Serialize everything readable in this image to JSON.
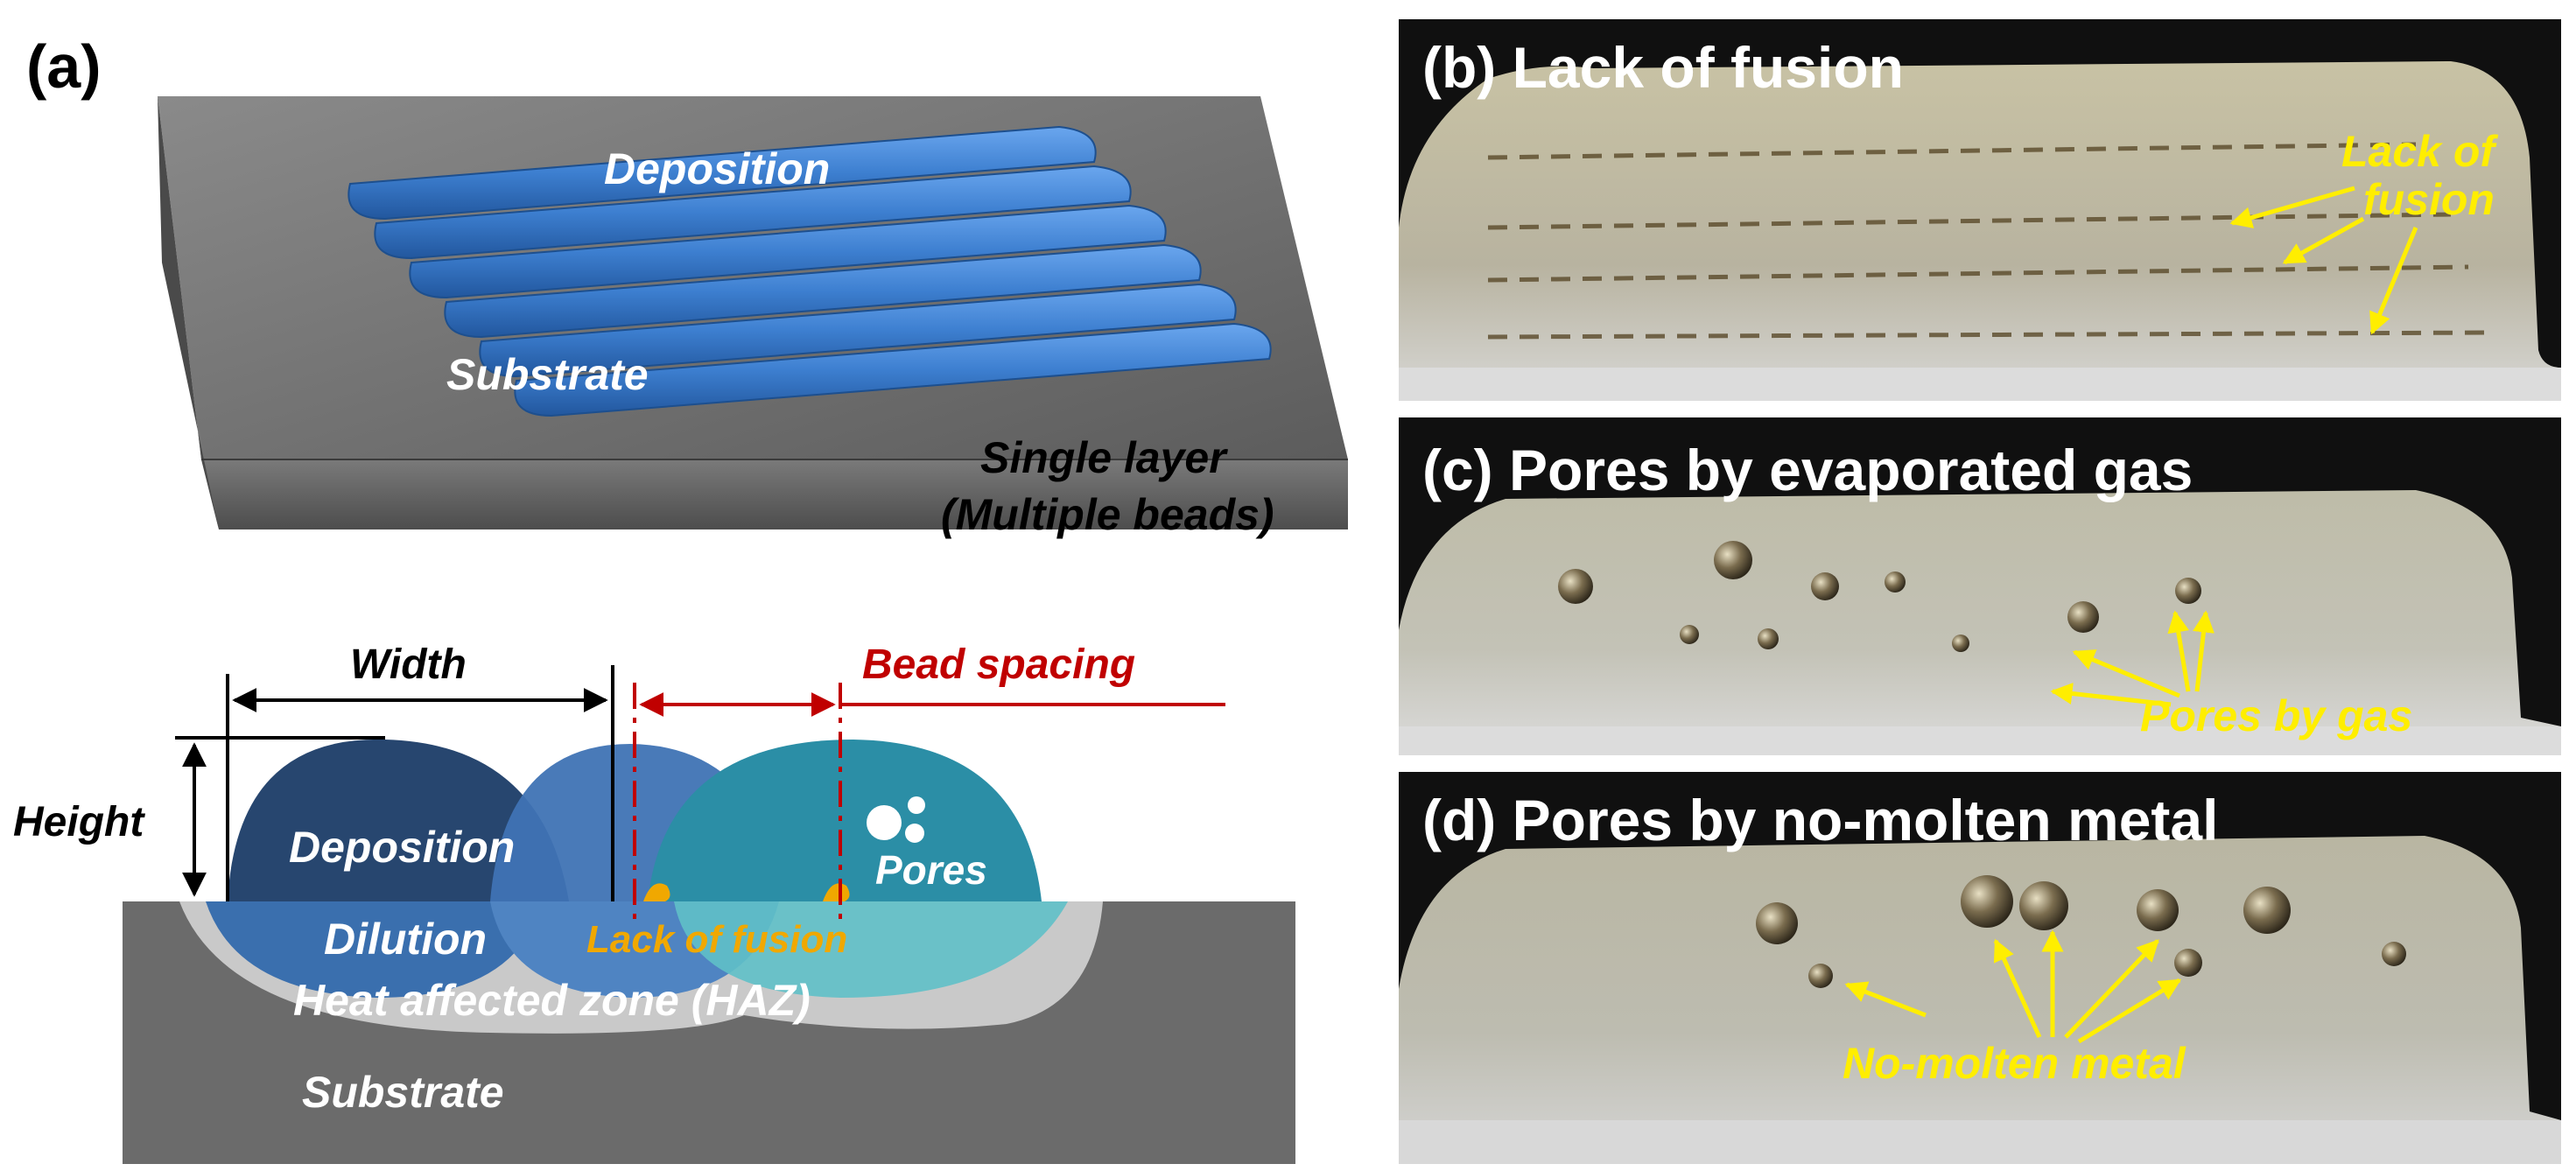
{
  "panel_a": {
    "label": "(a)",
    "deposition": "Deposition",
    "substrate": "Substrate",
    "single_layer": "Single layer",
    "multiple_beads": "(Multiple beads)"
  },
  "schematic": {
    "width": "Width",
    "bead_spacing": "Bead spacing",
    "height": "Height",
    "deposition": "Deposition",
    "dilution": "Dilution",
    "pores": "Pores",
    "lack_of_fusion": "Lack of fusion",
    "haz": "Heat affected zone (HAZ)",
    "substrate": "Substrate"
  },
  "panel_b": {
    "title": "(b) Lack of fusion",
    "annotation_line1": "Lack of",
    "annotation_line2": "fusion"
  },
  "panel_c": {
    "title": "(c) Pores by evaporated gas",
    "annotation": "Pores by gas"
  },
  "panel_d": {
    "title": "(d) Pores by no-molten metal",
    "annotation": "No-molten metal"
  },
  "colors": {
    "bead_blue": "#3d7fd0",
    "deposition_dark": "#27466f",
    "deposition_mid": "#3a6fae",
    "pores_teal": "#2b8ea6",
    "substrate_gray": "#6b6b6b",
    "haz_gray": "#c9c9c9",
    "annotation_yellow": "#ffee00",
    "lack_of_fusion_orange": "#f0a800",
    "bead_spacing_red": "#c00000"
  }
}
